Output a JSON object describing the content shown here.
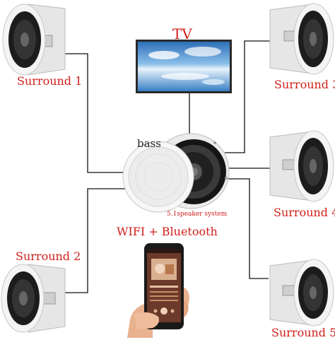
{
  "title": "TV",
  "hub": {
    "bass_label": "bass",
    "system_label": "5.1speaker system",
    "connectivity_label": "WIFI + Bluetooth"
  },
  "speakers": [
    {
      "id": "surround-1",
      "label": "Surround 1"
    },
    {
      "id": "surround-2",
      "label": "Surround 2"
    },
    {
      "id": "surround-3",
      "label": "Surround 3"
    },
    {
      "id": "surround-4",
      "label": "Surround 4"
    },
    {
      "id": "surround-5",
      "label": "Surround 5"
    }
  ],
  "colors": {
    "label": "#d0201a",
    "wire": "#111111",
    "speaker_shell": "#f0f0f0",
    "speaker_cone": "#1c1c1c",
    "tv_sky": "#3f84c9"
  }
}
